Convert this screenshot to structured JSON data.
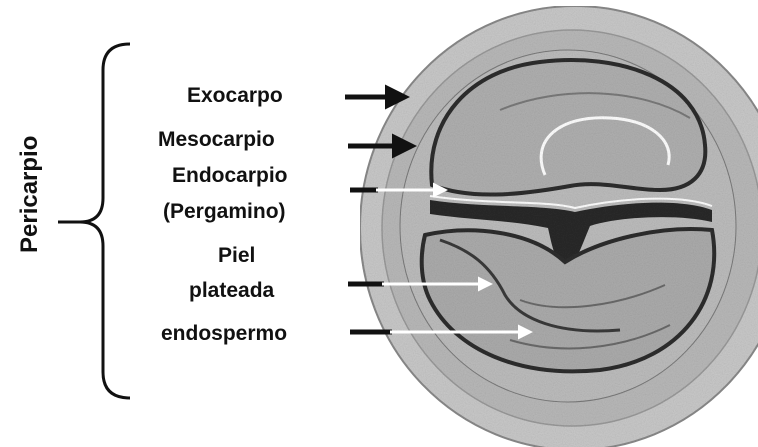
{
  "diagram": {
    "group_label": "Pericarpio",
    "labels": {
      "exocarpo": "Exocarpo",
      "mesocarpio": "Mesocarpio",
      "endocarpio_line1": "Endocarpio",
      "endocarpio_line2": "(Pergamino)",
      "piel_line1": "Piel",
      "piel_line2": "plateada",
      "endospermo": "endospermo"
    },
    "colors": {
      "text": "#111111",
      "bracket": "#111111",
      "arrow_dark": "#111111",
      "arrow_light": "#ffffff",
      "seed_shade": "#a9a9a9",
      "seed_dark": "#3a3a3a"
    }
  }
}
